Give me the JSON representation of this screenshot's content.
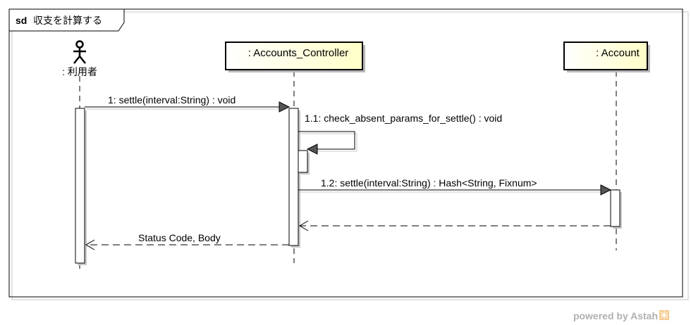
{
  "frame": {
    "keyword": "sd",
    "title": "収支を計算する"
  },
  "lifelines": {
    "user": {
      "label": ": 利用者"
    },
    "controller": {
      "label": ": Accounts_Controller"
    },
    "account": {
      "label": ": Account"
    }
  },
  "messages": {
    "m1": "1: settle(interval:String) : void",
    "m1_1": "1.1: check_absent_params_for_settle() : void",
    "m1_2": "1.2: settle(interval:String) : Hash<String, Fixnum>",
    "ret": "Status Code, Body"
  },
  "watermark": {
    "text": "powered by Astah"
  },
  "colors": {
    "lifeline_box": "#ffffd8",
    "arrow_fill": "#555555",
    "line": "#000000"
  }
}
